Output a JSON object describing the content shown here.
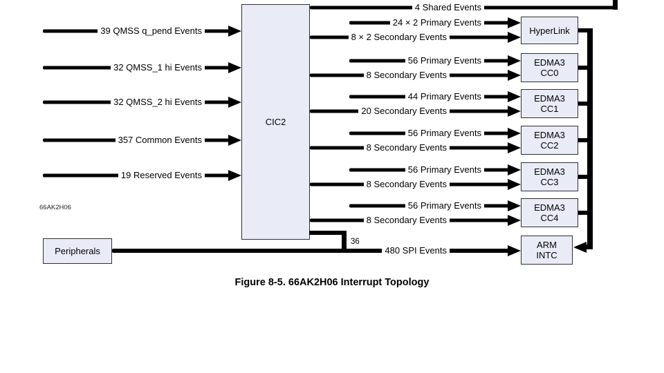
{
  "figure": {
    "caption": "Figure 8-5. 66AK2H06 Interrupt Topology",
    "watermark": "66AK2H06"
  },
  "colors": {
    "box_fill": "#e9ecf7",
    "box_border": "#2f2f2f",
    "line": "#000000",
    "text": "#000000",
    "background": "#ffffff"
  },
  "cic2_label": "CIC2",
  "peripherals_label": "Peripherals",
  "inputs": [
    "39 QMSS q_pend Events",
    "32 QMSS_1 hi Events",
    "32 QMSS_2 hi Events",
    "357 Common Events",
    "19 Reserved Events"
  ],
  "shared_label": "4 Shared Events",
  "outputs": {
    "hyperlink": {
      "primary": "24 × 2 Primary Events",
      "secondary": "8 × 2 Secondary Events",
      "target": "HyperLink"
    },
    "cc0": {
      "primary": "56 Primary Events",
      "secondary": "8 Secondary Events",
      "target": "EDMA3\nCC0"
    },
    "cc1": {
      "primary": "44 Primary Events",
      "secondary": "20 Secondary Events",
      "target": "EDMA3\nCC1"
    },
    "cc2": {
      "primary": "56 Primary Events",
      "secondary": "8 Secondary Events",
      "target": "EDMA3\nCC2"
    },
    "cc3": {
      "primary": "56 Primary Events",
      "secondary": "8 Secondary Events",
      "target": "EDMA3\nCC3"
    },
    "cc4": {
      "primary": "56 Primary Events",
      "secondary": "8 Secondary Events",
      "target": "EDMA3\nCC4"
    }
  },
  "arm": {
    "spi_label": "480 SPI Events",
    "host_count": "36",
    "target": "ARM\nINTC"
  }
}
